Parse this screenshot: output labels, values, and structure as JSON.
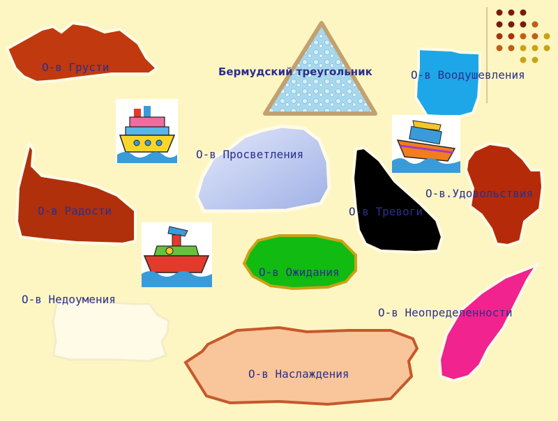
{
  "islands": {
    "grusti": "О-в Грусти",
    "bermuda": "Бермудский треугольник",
    "voodush": "О-в Воодушевления",
    "prosvet": "О-в Просветления",
    "udovol": "О-в.Удовольствия",
    "radosti": "О-в Радости",
    "trevogi": "О-в Тревоги",
    "ozhidania": "О-в Ожидания",
    "nedoumenia": "О-в Недоумения",
    "neopredel": "О-в Неопределенности",
    "naslazhd": "О-в Наслаждения"
  },
  "colors": {
    "background": "#fdf6c3",
    "grusti": "#c0390f",
    "radosti": "#b0300c",
    "udovol": "#b52a08",
    "voodush": "#1ea7e8",
    "prosvet": "#bcc8ef",
    "trevogi": "#000000",
    "ozhidania": "#11bb11",
    "nedoumenia": "#fffbe6",
    "neopredel": "#f0238f",
    "naslazhd": "#f9c59a",
    "bermuda": "#a9d9ee",
    "label": "#2b2f8a",
    "dots_dark": "#7a1a0b",
    "dots_mid": "#c35d14",
    "dots_light": "#c9a216"
  }
}
